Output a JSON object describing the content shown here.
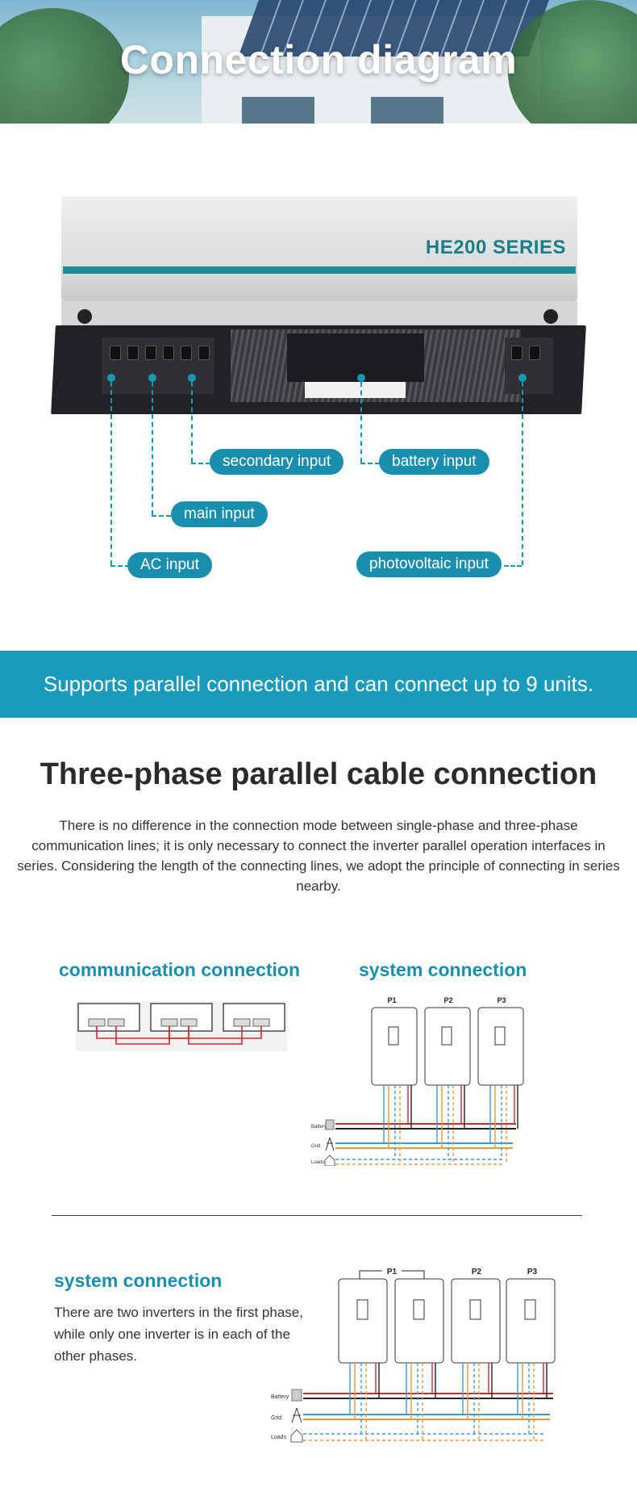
{
  "hero": {
    "title": "Connection diagram"
  },
  "device": {
    "brand": "HE200 SERIES"
  },
  "callouts": {
    "secondary": "secondary input",
    "battery": "battery input",
    "main": "main input",
    "ac": "AC input",
    "pv": "photovoltaic input"
  },
  "band": {
    "text": "Supports parallel connection and can connect up to 9 units."
  },
  "section": {
    "title": "Three-phase parallel cable connection",
    "paragraph": "There is no difference in the connection mode between single-phase and three-phase communication lines; it is only necessary to connect the inverter parallel operation interfaces in series. Considering the length of the connecting lines, we adopt the principle of connecting in series nearby."
  },
  "diagrams": {
    "comm_title": "communication connection",
    "sys_title": "system connection",
    "units": [
      "P1",
      "P2",
      "P3"
    ],
    "rows": [
      "Battery",
      "Grid",
      "Loads"
    ]
  },
  "bottom": {
    "title": "system connection",
    "note": "There are two inverters in the first phase, while only one inverter is in each of the other phases."
  },
  "colors": {
    "accent": "#1a9bbb",
    "pill": "#1a8fad",
    "battery_line": "#d12b2b",
    "grid_line": "#e59a3a",
    "loads_line": "#3a9ad9"
  }
}
